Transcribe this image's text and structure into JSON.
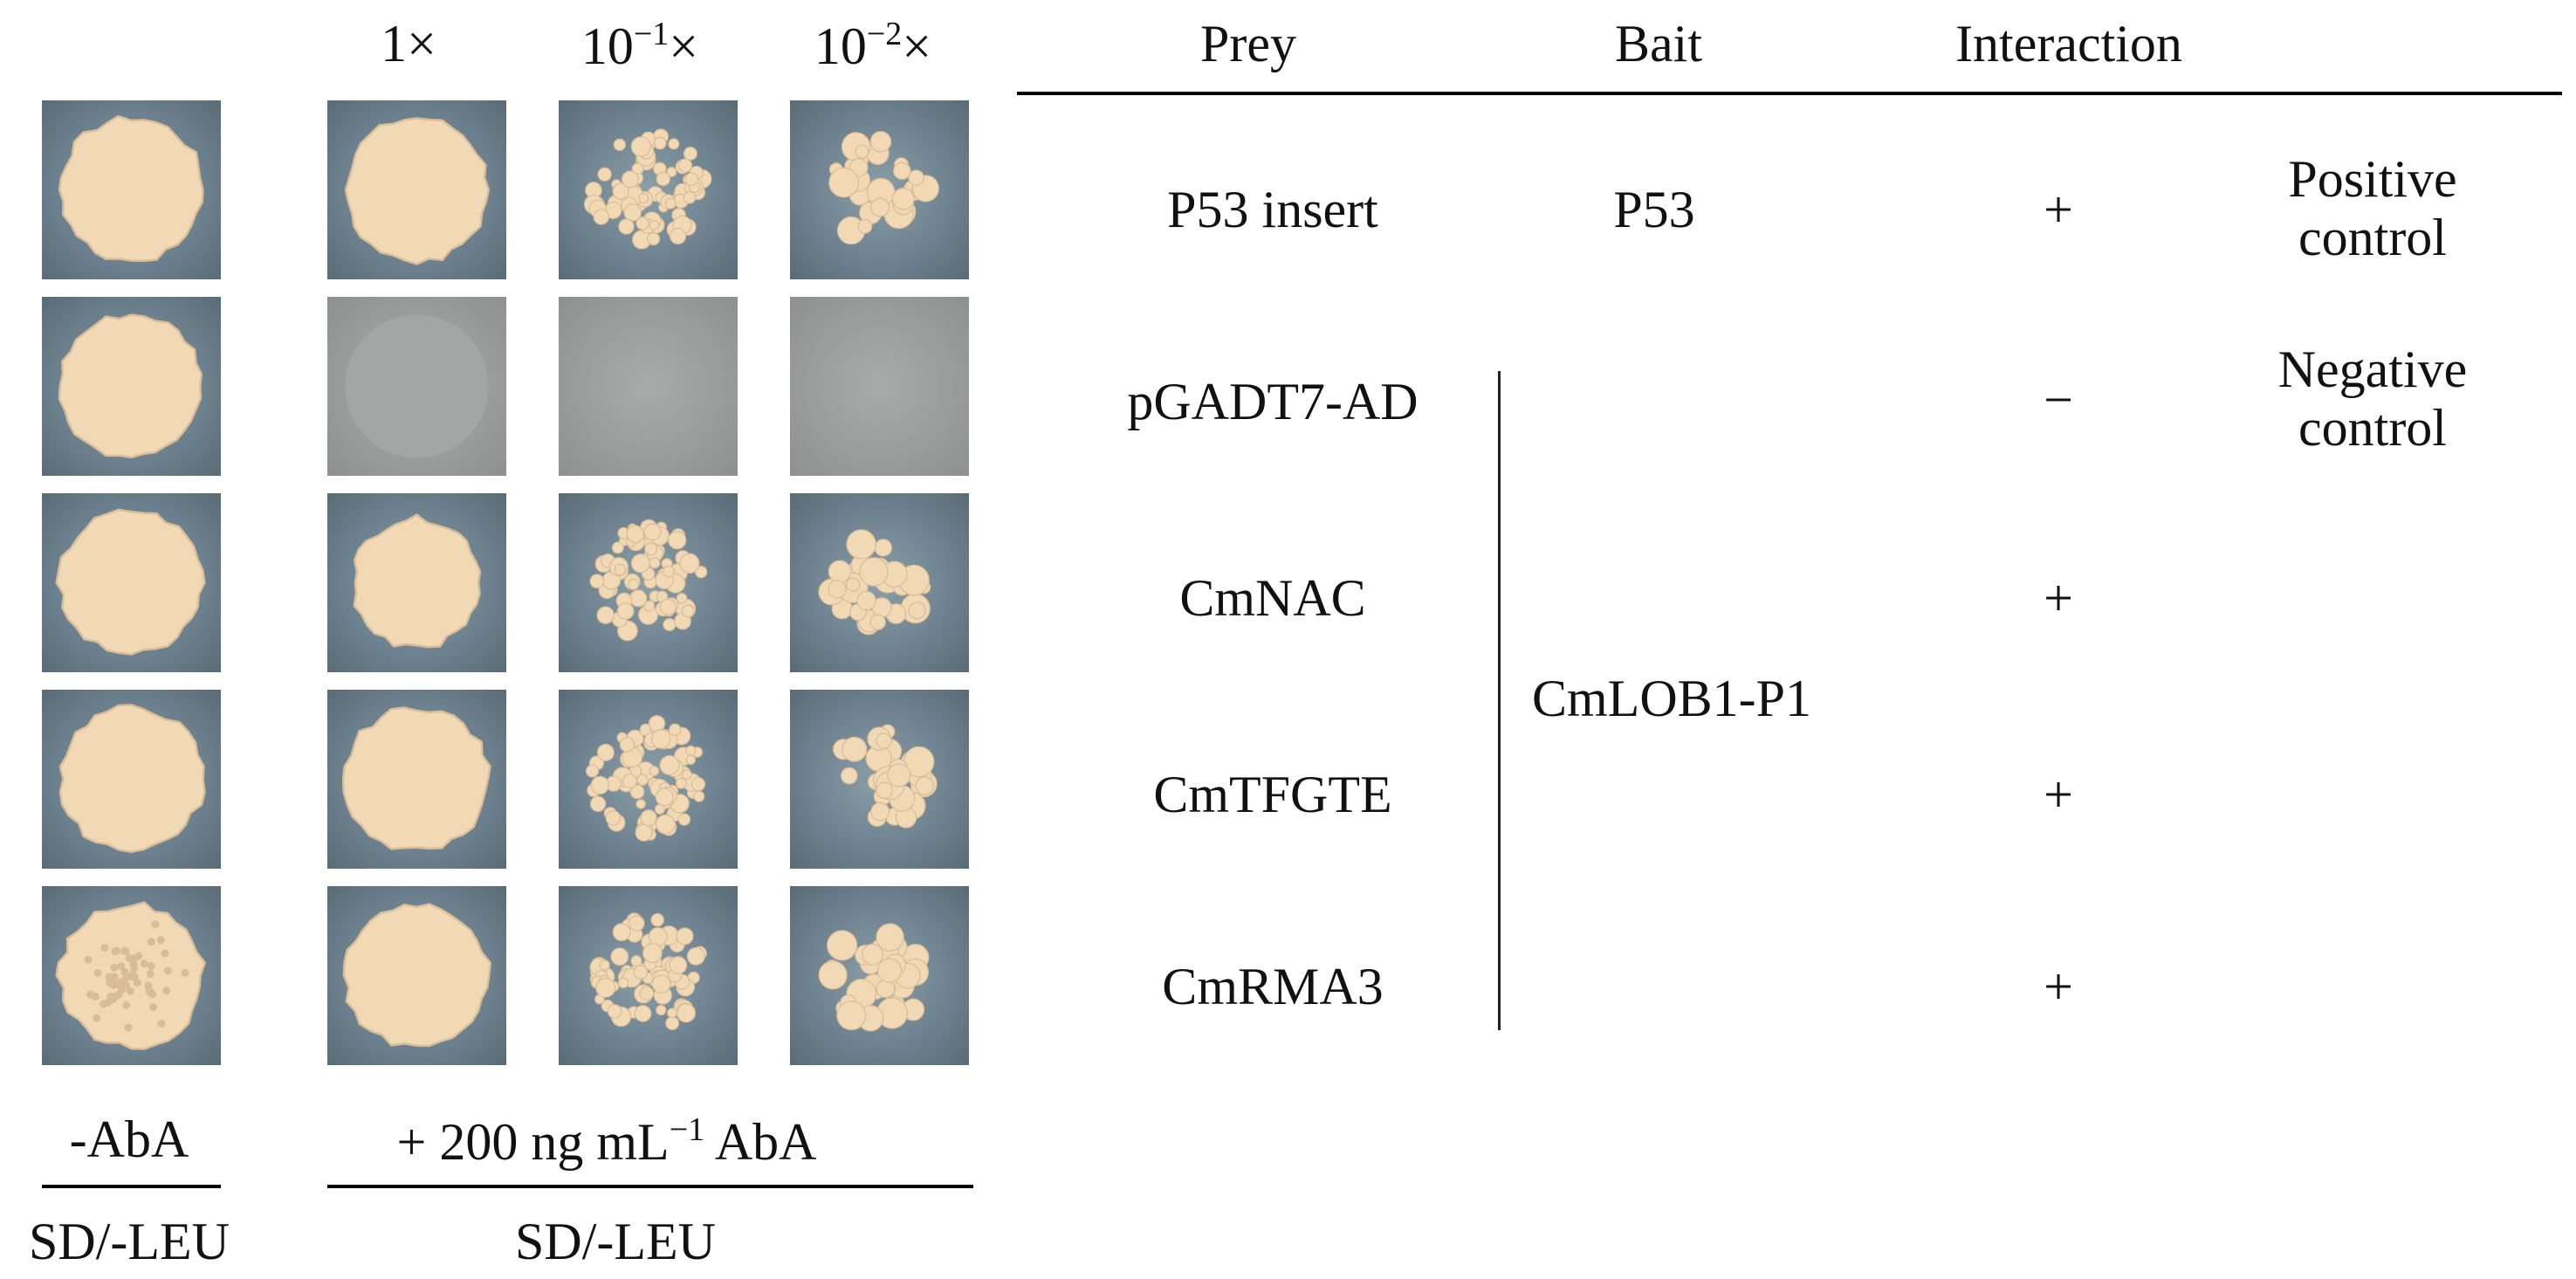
{
  "dilution_headers": [
    "1×",
    "10",
    "10"
  ],
  "dilution_exponents": [
    "",
    "−1",
    "−2"
  ],
  "table_headers": {
    "prey": "Prey",
    "bait": "Bait",
    "interaction": "Interaction"
  },
  "rows": [
    {
      "prey": "P53 insert",
      "bait": "P53",
      "interaction": "+",
      "note_line1": "Positive",
      "note_line2": "control"
    },
    {
      "prey": "pGADT7-AD",
      "bait": "",
      "interaction": "−",
      "note_line1": "Negative",
      "note_line2": "control"
    },
    {
      "prey": "CmNAC",
      "bait": "",
      "interaction": "+",
      "note_line1": "",
      "note_line2": ""
    },
    {
      "prey": "CmTFGTE",
      "bait": "",
      "interaction": "+",
      "note_line1": "",
      "note_line2": ""
    },
    {
      "prey": "CmRMA3",
      "bait": "",
      "interaction": "+",
      "note_line1": "",
      "note_line2": ""
    }
  ],
  "shared_bait": "CmLOB1-P1",
  "bottom_labels": {
    "minus_aba": "-AbA",
    "plus_aba_prefix": "+ 200 ng mL",
    "plus_aba_exponent": "−1",
    "plus_aba_suffix": " AbA",
    "medium_left": "SD/-LEU",
    "medium_right": "SD/-LEU"
  },
  "colors": {
    "colony": "#f1d9b6",
    "colony_shadow": "#d9bd98",
    "plate_blue": "#6e8390",
    "plate_grey": "#999c9b"
  }
}
